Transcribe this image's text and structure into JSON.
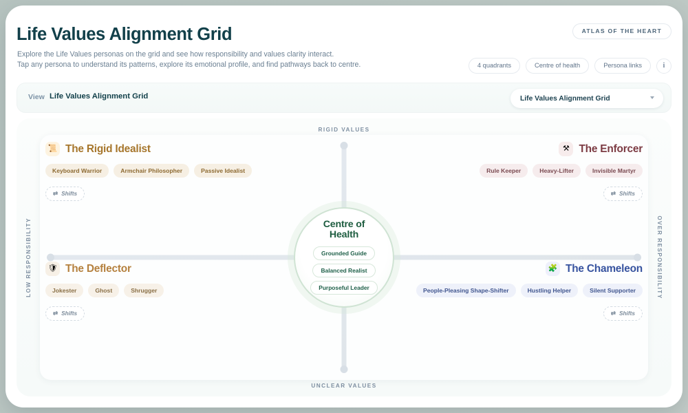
{
  "header": {
    "title": "Life Values Alignment Grid",
    "subtitle_line1": "Explore the Life Values personas on the grid and see how responsibility and values clarity interact.",
    "subtitle_line2": "Tap any persona to understand its patterns, explore its emotional profile, and find pathways back to centre.",
    "badge": "ATLAS OF THE HEART",
    "chips": [
      {
        "label": "4 quadrants"
      },
      {
        "label": "Centre of health"
      },
      {
        "label": "Persona links"
      }
    ],
    "info_glyph": "i"
  },
  "viewbar": {
    "label": "View",
    "value": "Life Values Alignment Grid",
    "select_value": "Life Values Alignment Grid",
    "caret_icon": "chevron-down-icon"
  },
  "grid": {
    "axis_top": "RIGID VALUES",
    "axis_bottom": "UNCLEAR VALUES",
    "axis_left": "LOW RESPONSIBILITY",
    "axis_right": "OVER RESPONSIBILITY"
  },
  "centre": {
    "title_line1": "Centre of",
    "title_line2": "Health",
    "chips": [
      {
        "label": "Grounded Guide"
      },
      {
        "label": "Balanced Realist"
      },
      {
        "label": "Purposeful Leader"
      }
    ]
  },
  "quadrants": [
    {
      "id": "rigid-idealist",
      "title": "The Rigid Idealist",
      "icon": "scroll-icon",
      "icon_glyph": "📜",
      "accent": "#a6762c",
      "tags": [
        {
          "label": "Keyboard Warrior"
        },
        {
          "label": "Armchair Philosopher"
        },
        {
          "label": "Passive Idealist"
        }
      ],
      "shift_label": "Shifts",
      "shift_icon": "swap-icon",
      "shift_glyph": "⇄"
    },
    {
      "id": "enforcer",
      "title": "The Enforcer",
      "icon": "crossed-tools-icon",
      "icon_glyph": "⚒",
      "accent": "#7c3b43",
      "tags": [
        {
          "label": "Rule Keeper"
        },
        {
          "label": "Heavy-Lifter"
        },
        {
          "label": "Invisible Martyr"
        }
      ],
      "shift_label": "Shifts",
      "shift_icon": "swap-icon",
      "shift_glyph": "⇄"
    },
    {
      "id": "deflector",
      "title": "The Deflector",
      "icon": "shield-icon",
      "icon_glyph": "🛡",
      "accent": "#b5813f",
      "tags": [
        {
          "label": "Jokester"
        },
        {
          "label": "Ghost"
        },
        {
          "label": "Shrugger"
        }
      ],
      "shift_label": "Shifts",
      "shift_icon": "swap-icon",
      "shift_glyph": "⇄"
    },
    {
      "id": "chameleon",
      "title": "The Chameleon",
      "icon": "puzzle-icon",
      "icon_glyph": "🧩",
      "accent": "#37539f",
      "tags": [
        {
          "label": "People-Pleasing Shape-Shifter"
        },
        {
          "label": "Hustling Helper"
        },
        {
          "label": "Silent Supporter"
        }
      ],
      "shift_label": "Shifts",
      "shift_icon": "swap-icon",
      "shift_glyph": "⇄"
    }
  ],
  "colors": {
    "page_background": "#b9c5c1",
    "card": "#ffffff",
    "title": "#12404a",
    "muted": "#6a7f92",
    "centre_green": "#1d5c3f",
    "axis": "#e3e8ee"
  }
}
